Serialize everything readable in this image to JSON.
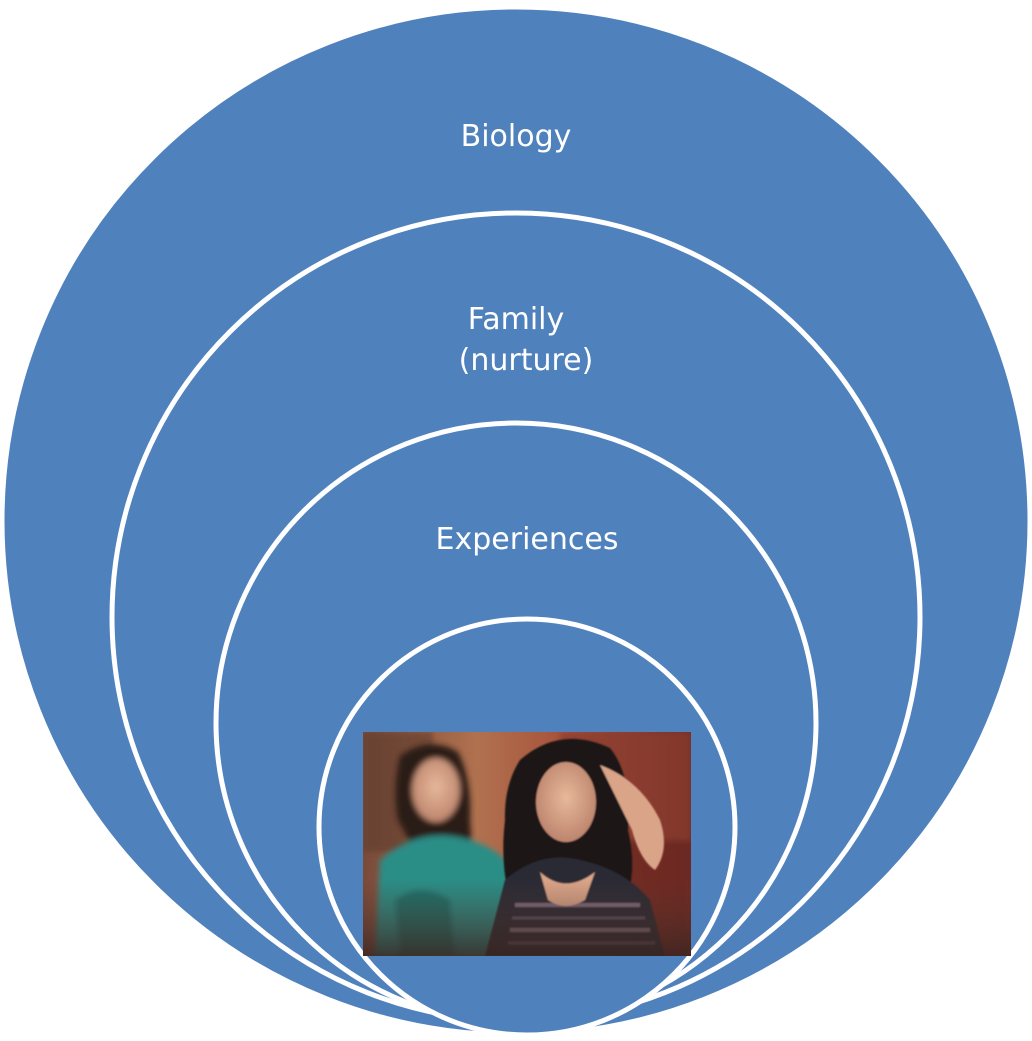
{
  "colors": {
    "circle_fill": "#4f81bd",
    "circle_stroke": "#ffffff",
    "background": "#ffffff"
  },
  "rings": [
    {
      "label_lines": [
        "Biology"
      ]
    },
    {
      "label_lines": [
        "Family",
        "(nurture)"
      ]
    },
    {
      "label_lines": [
        "Experiences"
      ]
    }
  ],
  "center_image": {
    "description": "photo-mother-and-daughter"
  }
}
